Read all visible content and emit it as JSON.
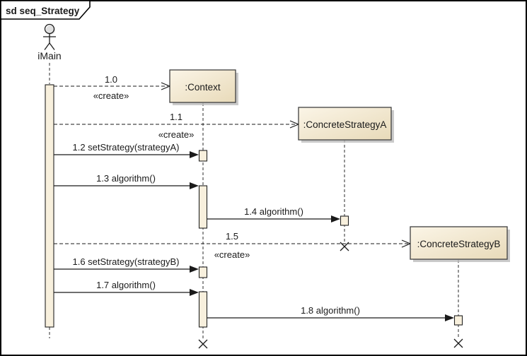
{
  "frame": {
    "title": "sd seq_Strategy"
  },
  "actor": {
    "name": "iMain"
  },
  "lifelines": [
    {
      "name": ":Context",
      "destroyed": true
    },
    {
      "name": ":ConcreteStrategyA",
      "destroyed": true
    },
    {
      "name": ":ConcreteStrategyB",
      "destroyed": true
    }
  ],
  "messages": [
    {
      "label": "1.0",
      "stereotype": "«create»",
      "type": "create",
      "from": "iMain",
      "to": ":Context"
    },
    {
      "label": "1.1",
      "stereotype": "«create»",
      "type": "create",
      "from": "iMain",
      "to": ":ConcreteStrategyA"
    },
    {
      "label": "1.2 setStrategy(strategyA)",
      "type": "call",
      "from": "iMain",
      "to": ":Context"
    },
    {
      "label": "1.3 algorithm()",
      "type": "call",
      "from": "iMain",
      "to": ":Context"
    },
    {
      "label": "1.4 algorithm()",
      "type": "call",
      "from": ":Context",
      "to": ":ConcreteStrategyA"
    },
    {
      "label": "1.5",
      "stereotype": "«create»",
      "type": "create",
      "from": "iMain",
      "to": ":ConcreteStrategyB"
    },
    {
      "label": "1.6 setStrategy(strategyB)",
      "type": "call",
      "from": "iMain",
      "to": ":Context"
    },
    {
      "label": "1.7 algorithm()",
      "type": "call",
      "from": "iMain",
      "to": ":Context"
    },
    {
      "label": "1.8 algorithm()",
      "type": "call",
      "from": ":Context",
      "to": ":ConcreteStrategyB"
    }
  ],
  "colors": {
    "background": "#ffffff",
    "frame_border": "#000000",
    "box_gradient_top": "#fbf5e7",
    "box_gradient_bottom": "#e8dab9",
    "box_border": "#404040",
    "activation_fill": "#f8f0dd",
    "shadow": "#bdbdbd",
    "line": "#1a1a1a"
  }
}
